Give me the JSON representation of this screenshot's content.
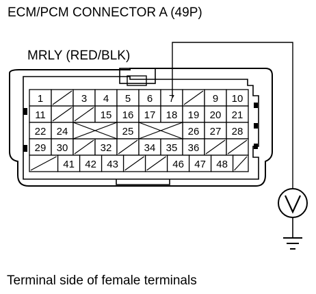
{
  "title": "ECM/PCM CONNECTOR A (49P)",
  "wire_label": "MRLY (RED/BLK)",
  "caption": "Terminal side of female terminals",
  "probe_terminal": "7",
  "meter_icon": "voltmeter-icon",
  "ground_icon": "ground-symbol-icon",
  "terminal_rows": [
    [
      "1",
      "",
      "3",
      "4",
      "5",
      "6",
      "7",
      "",
      "9",
      "10"
    ],
    [
      "11",
      "",
      "",
      "15",
      "16",
      "17",
      "18",
      "19",
      "20",
      "21"
    ],
    [
      "22",
      "24",
      "25",
      "26",
      "27",
      "28"
    ],
    [
      "29",
      "30",
      "",
      "32",
      "",
      "34",
      "35",
      "36",
      "",
      ""
    ],
    [
      "",
      "41",
      "42",
      "43",
      "",
      "",
      "46",
      "47",
      "48",
      ""
    ]
  ]
}
